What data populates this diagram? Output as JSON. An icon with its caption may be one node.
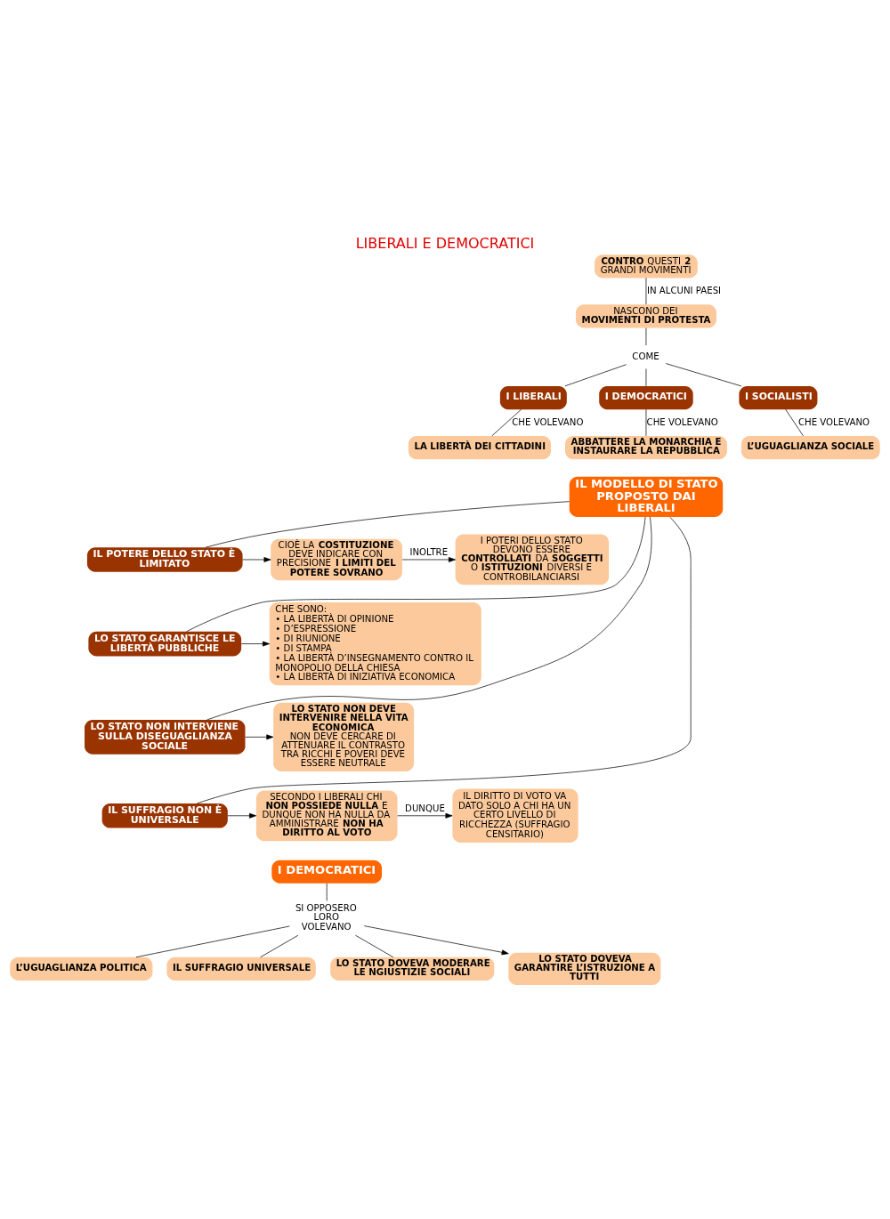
{
  "diagram": {
    "title": "LIBERALI E DEMOCRATICI",
    "nodes": [
      {
        "text": [
          "**CONTRO** QUESTI **2** GRANDI MOVIMENTI"
        ]
      },
      {
        "text": [
          "NASCONO DEI",
          "**MOVIMENTI DI PROTESTA**"
        ]
      },
      {
        "text": [
          "COME"
        ]
      },
      {
        "text": [
          "I LIBERALI"
        ]
      },
      {
        "text": [
          "I DEMOCRATICI"
        ]
      },
      {
        "text": [
          "I SOCIALISTI"
        ]
      },
      {
        "text": [
          "LA LIBERTÀ DEI CITTADINI"
        ]
      },
      {
        "text": [
          "ABBATTERE LA MONARCHIA E INSTAURARE LA REPUBBLICA"
        ]
      },
      {
        "text": [
          "L’UGUAGLIANZA SOCIALE"
        ]
      },
      {
        "text": [
          "IL MODELLO DI STATO PROPOSTO DAI LIBERALI"
        ]
      },
      {
        "text": [
          "IL POTERE DELLO STATO È LIMITATO"
        ]
      },
      {
        "text": [
          "CIOÈ LA **COSTITUZIONE** DEVE INDICARE CON PRECISIONE **I LIMITI DEL POTERE SOVRANO**"
        ]
      },
      {
        "text": [
          "I POTERI DELLO STATO DEVONO ESSERE **CONTROLLATI** DA **SOGGETTI** O **ISTITUZIONI** DIVERSI E CONTROBILANCIARSI"
        ]
      },
      {
        "text": [
          "LO STATO GARANTISCE LE LIBERTÀ PUBBLICHE"
        ]
      },
      {
        "text": [
          "CHE SONO:",
          "• LA LIBERTÀ DI OPINIONE",
          "• D’ESPRESSIONE",
          "• DI RIUNIONE",
          "• DI STAMPA",
          "• LA LIBERTÀ D’INSEGNAMENTO CONTRO IL MONOPOLIO DELLA CHIESA",
          "• LA LIBERTÀ DI INIZIATIVA ECONOMICA"
        ]
      },
      {
        "text": [
          "LO STATO NON INTERVIENE SULLA DISEGUAGLIANZA SOCIALE"
        ]
      },
      {
        "text": [
          "**LO STATO NON DEVE INTERVENIRE NELLA VITA ECONOMICA**",
          "NON DEVE CERCARE DI ATTENUARE IL CONTRASTO TRA RICCHI E POVERI DEVE ESSERE NEUTRALE"
        ]
      },
      {
        "text": [
          "IL SUFFRAGIO NON È UNIVERSALE"
        ]
      },
      {
        "text": [
          "SECONDO I LIBERALI CHI **NON POSSIEDE NULLA** E DUNQUE NON HA NULLA DA AMMINISTRARE **NON HA DIRITTO AL VOTO**"
        ]
      },
      {
        "text": [
          "IL DIRITTO DI VOTO VA DATO SOLO A CHI HA UN CERTO LIVELLO DI RICCHEZZA (SUFFRAGIO CENSITARIO)"
        ]
      },
      {
        "text": [
          "I DEMOCRATICI"
        ]
      },
      {
        "text": [
          "SI OPPOSERO LORO VOLEVANO"
        ]
      },
      {
        "text": [
          "L’UGUAGLIANZA POLITICA"
        ]
      },
      {
        "text": [
          "IL SUFFRAGIO UNIVERSALE"
        ]
      },
      {
        "text": [
          "LO STATO DOVEVA MODERARE LE NGIUSTIZIE SOCIALI"
        ]
      },
      {
        "text": [
          "LO STATO DOVEVA GARANTIRE L’ISTRUZIONE A TUTTI"
        ]
      }
    ],
    "edges": [
      {
        "from": 0,
        "to": 1,
        "arrow": "none",
        "label": "IN ALCUNI PAESI"
      },
      {
        "from": 1,
        "to": 2,
        "arrow": "none"
      },
      {
        "from": 2,
        "to": 3,
        "arrow": "none"
      },
      {
        "from": 2,
        "to": 4,
        "arrow": "none"
      },
      {
        "from": 2,
        "to": 5,
        "arrow": "none"
      },
      {
        "from": 3,
        "to": 6,
        "arrow": "none",
        "label": "CHE VOLEVANO"
      },
      {
        "from": 4,
        "to": 7,
        "arrow": "none",
        "label": "CHE VOLEVANO"
      },
      {
        "from": 5,
        "to": 8,
        "arrow": "none",
        "label": "CHE VOLEVANO"
      },
      {
        "from": 9,
        "to": 10,
        "arrow": "none"
      },
      {
        "from": 9,
        "to": 13,
        "arrow": "none"
      },
      {
        "from": 9,
        "to": 15,
        "arrow": "none"
      },
      {
        "from": 9,
        "to": 17,
        "arrow": "none"
      },
      {
        "from": 10,
        "to": 11,
        "arrow": "to"
      },
      {
        "from": 11,
        "to": 12,
        "arrow": "to",
        "label": "INOLTRE"
      },
      {
        "from": 13,
        "to": 14,
        "arrow": "to"
      },
      {
        "from": 15,
        "to": 16,
        "arrow": "to"
      },
      {
        "from": 17,
        "to": 18,
        "arrow": "to"
      },
      {
        "from": 18,
        "to": 19,
        "arrow": "to",
        "label": "DUNQUE"
      },
      {
        "from": 20,
        "to": 21,
        "arrow": "none"
      },
      {
        "from": 21,
        "to": 22,
        "arrow": "none"
      },
      {
        "from": 21,
        "to": 23,
        "arrow": "none"
      },
      {
        "from": 21,
        "to": 24,
        "arrow": "none"
      },
      {
        "from": 21,
        "to": 25,
        "arrow": "to"
      }
    ]
  }
}
